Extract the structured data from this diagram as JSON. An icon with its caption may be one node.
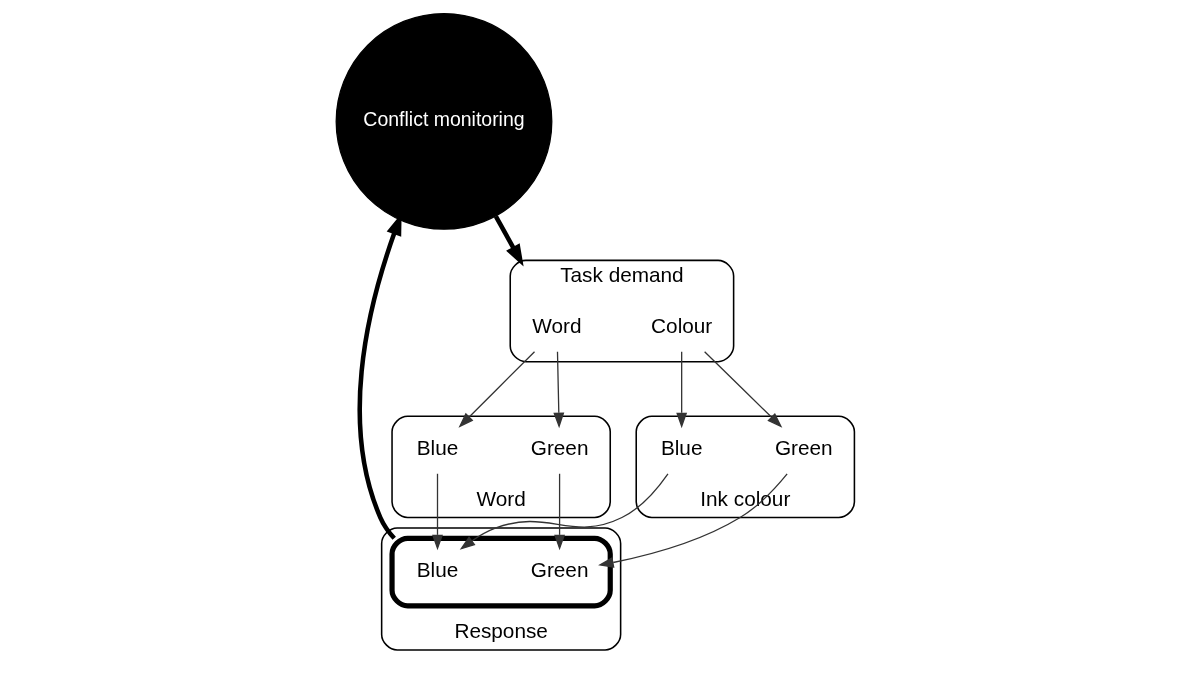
{
  "diagram": {
    "nodes": [
      {
        "text": [
          "Response"
        ]
      },
      {
        "text": [],
        "shape": "ellipse",
        "in": 0
      },
      {
        "text": [
          "Blue"
        ],
        "in": 1
      },
      {
        "text": [
          "Green"
        ],
        "in": 1
      },
      {
        "text": [
          "Conflict monitoring"
        ]
      },
      {
        "text": [
          "Task demand"
        ]
      },
      {
        "text": [
          "Word"
        ],
        "in": 5
      },
      {
        "text": [
          "Colour"
        ],
        "in": 5
      },
      {
        "text": [
          "Word"
        ]
      },
      {
        "text": [
          "Blue"
        ],
        "in": 8
      },
      {
        "text": [
          "Green"
        ],
        "in": 8
      },
      {
        "text": [
          "Ink colour"
        ]
      },
      {
        "text": [
          "Blue"
        ],
        "in": 11
      },
      {
        "text": [
          "Green"
        ],
        "in": 11
      }
    ],
    "edges": [
      {
        "from": 1,
        "to": 4,
        "arrow": "to",
        "style": "thick"
      },
      {
        "from": 4,
        "to": 5,
        "arrow": "to",
        "style": "thick"
      },
      {
        "from": 9,
        "to": 2,
        "arrow": "to"
      },
      {
        "from": 10,
        "to": 3,
        "arrow": "to"
      },
      {
        "from": 12,
        "to": 2,
        "arrow": "to"
      },
      {
        "from": 13,
        "to": 3,
        "arrow": "to"
      },
      {
        "from": 6,
        "to": 9,
        "arrow": "to"
      },
      {
        "from": 6,
        "to": 10,
        "arrow": "to"
      },
      {
        "from": 7,
        "to": 12,
        "arrow": "to"
      },
      {
        "from": 7,
        "to": 13,
        "arrow": "to"
      }
    ]
  }
}
